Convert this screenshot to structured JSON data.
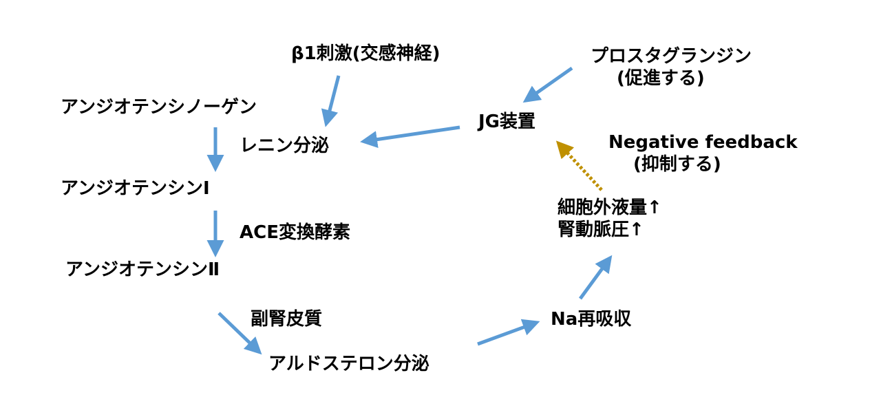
{
  "nodes": {
    "beta1": "β1刺激(交感神経)",
    "angiotensinogen": "アンジオテンシノーゲン",
    "renin": "レニン分泌",
    "jg": "JG装置",
    "prostaglandin_1": "プロスタグランジン",
    "prostaglandin_2": "(促進する)",
    "negative_1": "Negative feedback",
    "negative_2": "(抑制する)",
    "ang1": "アンジオテンシンⅠ",
    "ace": "ACE変換酵素",
    "ecf": "細胞外液量↑",
    "renal": "腎動脈圧↑",
    "ang2": "アンジオテンシンⅡ",
    "adrenal": "副腎皮質",
    "na": "Na再吸収",
    "aldosterone": "アルドステロン分泌"
  },
  "colors": {
    "arrow": "#5b9bd5",
    "feedback": "#bf9000",
    "text": "#000000"
  }
}
